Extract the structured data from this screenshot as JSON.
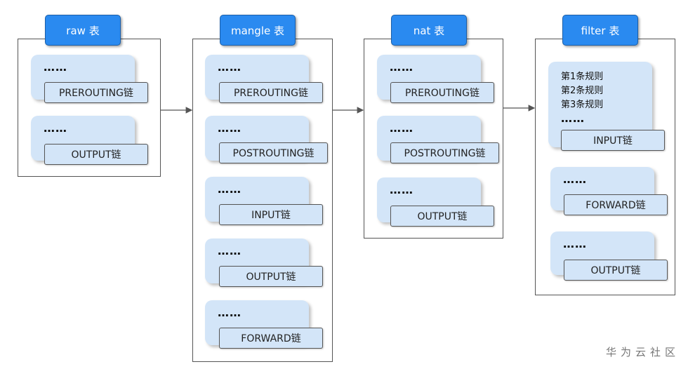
{
  "tables": [
    {
      "name": "raw 表",
      "chains": [
        {
          "dots": "……",
          "label": "PREROUTING链"
        },
        {
          "dots": "……",
          "label": "OUTPUT链"
        }
      ]
    },
    {
      "name": "mangle 表",
      "chains": [
        {
          "dots": "……",
          "label": "PREROUTING链"
        },
        {
          "dots": "……",
          "label": "POSTROUTING链"
        },
        {
          "dots": "……",
          "label": "INPUT链"
        },
        {
          "dots": "……",
          "label": "OUTPUT链"
        },
        {
          "dots": "……",
          "label": "FORWARD链"
        }
      ]
    },
    {
      "name": "nat 表",
      "chains": [
        {
          "dots": "……",
          "label": "PREROUTING链"
        },
        {
          "dots": "……",
          "label": "POSTROUTING链"
        },
        {
          "dots": "……",
          "label": "OUTPUT链"
        }
      ]
    },
    {
      "name": "filter 表",
      "chains": [
        {
          "rules": [
            "第1条规则",
            "第2条规则",
            "第3条规则"
          ],
          "dots": "……",
          "label": "INPUT链"
        },
        {
          "dots": "……",
          "label": "FORWARD链"
        },
        {
          "dots": "……",
          "label": "OUTPUT链"
        }
      ]
    }
  ],
  "watermark": "华为云社区",
  "colors": {
    "header_blue": "#2a8af0",
    "card_blue": "#d3e5f8",
    "border": "#555555"
  }
}
